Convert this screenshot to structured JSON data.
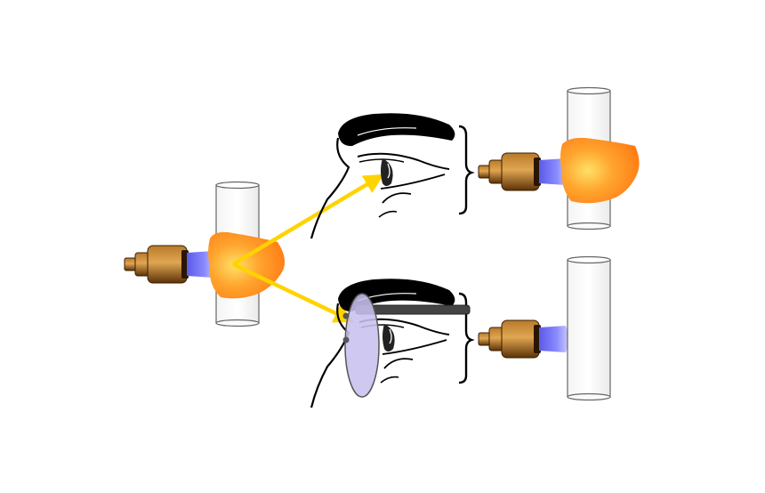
{
  "diagram": {
    "kind": "glassblower's glasses illustration",
    "panels": [
      {
        "id": "source",
        "parts": [
          "burner",
          "flame",
          "glass-tube"
        ]
      },
      {
        "id": "unprotected-view",
        "parts": [
          "eye",
          "burner",
          "flame",
          "glass-tube"
        ]
      },
      {
        "id": "protected-view",
        "parts": [
          "eye",
          "filter-glasses",
          "burner",
          "glass-tube"
        ]
      }
    ],
    "arrows": [
      {
        "from": "source",
        "to": "unprotected-view"
      },
      {
        "from": "source",
        "to": "protected-view"
      }
    ]
  },
  "colors": {
    "arrow": "#FFD300",
    "flame_outer": "#FF8A1A",
    "flame_inner": "#FFE066",
    "burner_flame": "#7B7BFF",
    "nozzle": "#7A4A14",
    "lens": "#C8C0EE",
    "tube_stroke": "#555555"
  },
  "icons": [
    "burner-icon",
    "eye-icon",
    "glasses-icon",
    "glass-tube-icon",
    "flame-icon"
  ]
}
